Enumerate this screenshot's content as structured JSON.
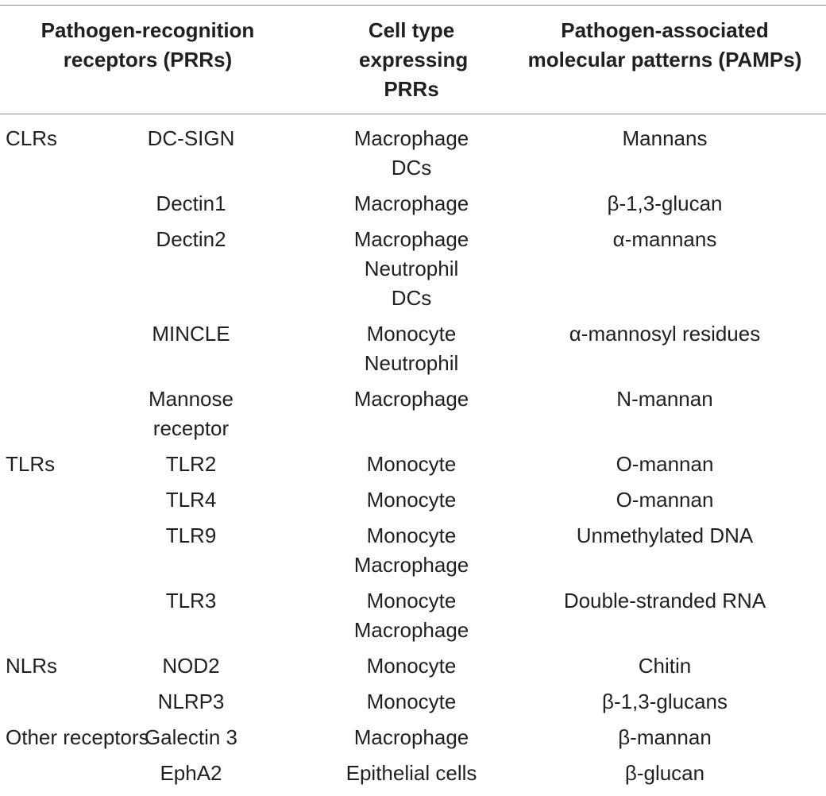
{
  "header": {
    "prr": "Pathogen-recognition receptors (PRRs)",
    "cell": "Cell type expressing PRRs",
    "pamp": "Pathogen-associated molecular patterns (PAMPs)"
  },
  "rows": [
    {
      "group": "CLRs",
      "receptor": "DC-SIGN",
      "cells": [
        "Macrophage",
        "DCs"
      ],
      "pamp": "Mannans"
    },
    {
      "group": "",
      "receptor": "Dectin1",
      "cells": [
        "Macrophage"
      ],
      "pamp": "β-1,3-glucan"
    },
    {
      "group": "",
      "receptor": "Dectin2",
      "cells": [
        "Macrophage",
        "Neutrophil",
        "DCs"
      ],
      "pamp": "α-mannans"
    },
    {
      "group": "",
      "receptor": "MINCLE",
      "cells": [
        "Monocyte",
        "Neutrophil"
      ],
      "pamp": "α-mannosyl residues"
    },
    {
      "group": "",
      "receptor": "Mannose receptor",
      "cells": [
        "Macrophage"
      ],
      "pamp": "N-mannan"
    },
    {
      "group": "TLRs",
      "receptor": "TLR2",
      "cells": [
        "Monocyte"
      ],
      "pamp": "O-mannan"
    },
    {
      "group": "",
      "receptor": "TLR4",
      "cells": [
        "Monocyte"
      ],
      "pamp": "O-mannan"
    },
    {
      "group": "",
      "receptor": "TLR9",
      "cells": [
        "Monocyte",
        "Macrophage"
      ],
      "pamp": "Unmethylated DNA"
    },
    {
      "group": "",
      "receptor": "TLR3",
      "cells": [
        "Monocyte",
        "Macrophage"
      ],
      "pamp": "Double-stranded RNA"
    },
    {
      "group": "NLRs",
      "receptor": "NOD2",
      "cells": [
        "Monocyte"
      ],
      "pamp": "Chitin"
    },
    {
      "group": "",
      "receptor": "NLRP3",
      "cells": [
        "Monocyte"
      ],
      "pamp": "β-1,3-glucans"
    },
    {
      "group": "Other receptors",
      "receptor": "Galectin 3",
      "cells": [
        "Macrophage"
      ],
      "pamp": "β-mannan"
    },
    {
      "group": "",
      "receptor": "EphA2",
      "cells": [
        "Epithelial cells"
      ],
      "pamp": "β-glucan"
    }
  ]
}
